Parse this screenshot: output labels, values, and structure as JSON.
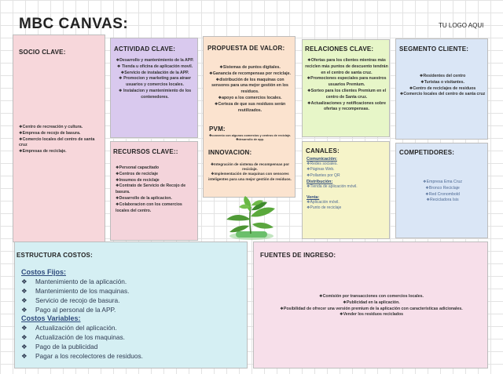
{
  "header": {
    "title": "MBC  CANVAS:",
    "logo": "TU LOGO AQUI"
  },
  "socio": {
    "title": "SOCIO CLAVE:",
    "items": [
      "❖Centro de recreación y cultura.",
      "❖Empresa de recojo de basura.",
      "❖Comercio locales del centro de santa cruz",
      "❖Empresas de reciclaje."
    ]
  },
  "actividad": {
    "title": "ACTIVIDAD CLAVE:",
    "items": [
      "❖Desarrollo y mantenimiento de la APP.",
      "❖ Tienda u oficina de aplicación movil.",
      "❖Servicio de instalación de la APP.",
      "❖ Promocion y marketing para atraer usuarios y comercios locales.",
      "❖ Instalacion y mantenimiento de los contenedores."
    ]
  },
  "recursos": {
    "title": "RECURSOS CLAVE::",
    "items": [
      "❖Personal capacitado",
      "❖Centros de reciclaje",
      "❖Insumos de reciclaje",
      "❖Contrato de Servicio de Recojo de basura.",
      "❖Desarrollo de la aplicacion.",
      "❖Colaboracion con los  comercios locales del centro."
    ]
  },
  "propuesta": {
    "title": "PROPUESTA DE VALOR:",
    "items": [
      "❖Sistemas de puntos digitales.",
      "❖Ganancia de recompensas por reciclaje.",
      "❖distribución de los maquinas con sensores para una mejor gestión en los residuos.",
      "❖apoyo a los comercios locales.",
      "❖Certeza de que sus residuos serán reutilizados."
    ],
    "pvm_title": "PVM:",
    "pvm_items": [
      "❖convenio con algunos comercios y centros de reciclaje.",
      "❖desarrollo de app."
    ],
    "innov_title": "INNOVACION:",
    "innov_items": [
      "❖Integración de sistema de recompensas por reciclaje.",
      "❖Implementación de maquinas con sensores inteligentes para una mejor gestión de residuos."
    ]
  },
  "relaciones": {
    "title": "RELACIONES CLAVE:",
    "items": [
      "❖Ofertas para los clientes mientras más reciclen más puntos de descuento tendrán en el centro de santa cruz.",
      "❖Promociones especiales para nuestros usuarios Premium.",
      "❖Sorteo para los clientes Premium en el centro de Santa cruz.",
      "❖Actualizaciones y notificaciones sobre ofertas y recompensas."
    ]
  },
  "canales": {
    "title": "CANALES:",
    "groups": [
      {
        "label": "Comunicación:",
        "items": [
          "❖Redes sociales.",
          "❖Páginas Web.",
          "❖Pollantes por QR"
        ]
      },
      {
        "label": "Distribución:",
        "items": [
          "❖Tienda de aplicación móvil."
        ]
      },
      {
        "label": "Venta:",
        "items": [
          "❖Aplicación móvil.",
          "❖Punto de reciclaje"
        ]
      }
    ]
  },
  "segmento": {
    "title": "SEGMENTO CLIENTE:",
    "items": [
      "❖Residentes del centro",
      "❖Turistas o visitantes.",
      "❖Centro de reciclajes de residuos",
      "❖Comercio locales del centro de santa cruz"
    ]
  },
  "competidores": {
    "title": "COMPETIDORES:",
    "items": [
      "❖Empresa Ema Cruz",
      "❖Bronco Reciclaje",
      "❖Red Cronombold",
      "❖Recicladora Isis"
    ]
  },
  "costos": {
    "title": "ESTRUCTURA COSTOS:",
    "fijos_label": "Costos Fijos:",
    "fijos": [
      "Mantenimiento de la aplicación.",
      "Mantenimiento de los maquinas.",
      "Servicio de recojo de basura.",
      "Pago al personal de la APP."
    ],
    "variables_label": "Costos Variables:",
    "variables": [
      "Actualización del aplicación.",
      "Actualización de los maquinas.",
      "Pago de la publicidad",
      "Pagar a los recolectores de residuos."
    ]
  },
  "ingresos": {
    "title": "FUENTES DE INGRESO:",
    "items": [
      "❖Comisión por transacciones con comercios locales.",
      "❖Publicidad en la aplicación.",
      "❖Posibilidad de ofrecer una versión premium de la aplicación con características adicionales.",
      "❖Vender los residuos reciclados"
    ]
  }
}
